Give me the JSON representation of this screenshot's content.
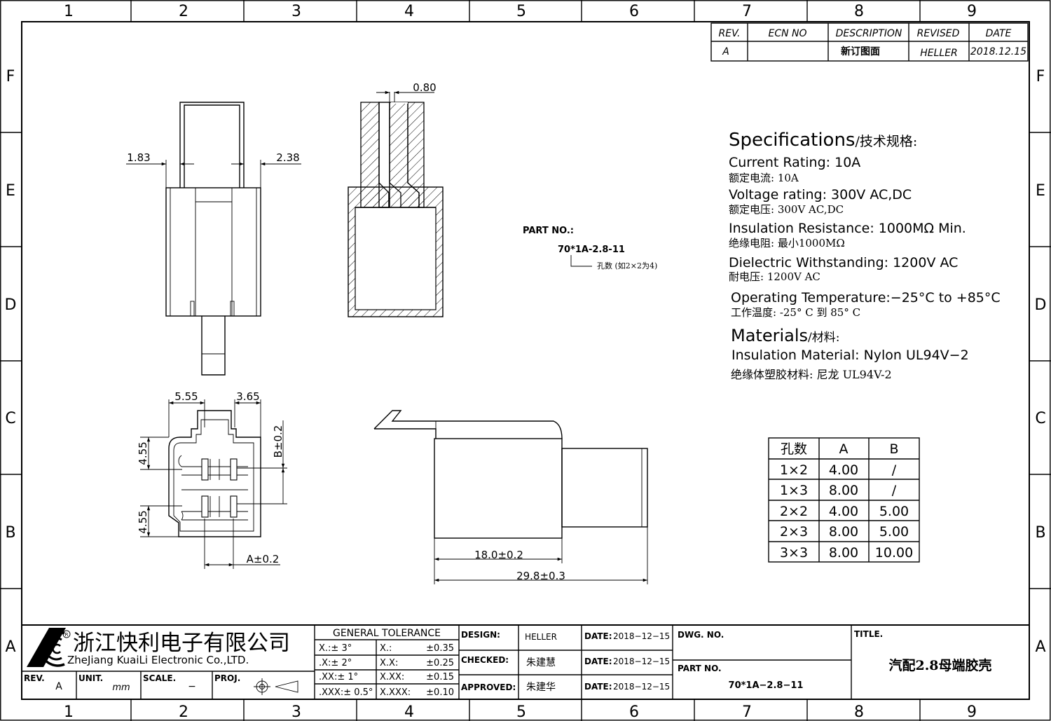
{
  "grid": {
    "cols": [
      "1",
      "2",
      "3",
      "4",
      "5",
      "6",
      "7",
      "8",
      "9"
    ],
    "rows": [
      "F",
      "E",
      "D",
      "C",
      "B",
      "A"
    ]
  },
  "revision": {
    "headers": [
      "REV.",
      "ECN NO",
      "DESCRIPTION",
      "REVISED",
      "DATE"
    ],
    "row": [
      "A",
      "",
      "新订图面",
      "HELLER",
      "2018.12.15"
    ]
  },
  "dims": {
    "d183": "1.83",
    "d238": "2.38",
    "d080": "0.80",
    "d555": "5.55",
    "d365": "3.65",
    "d455a": "4.55",
    "d455b": "4.55",
    "bpm": "B±0.2",
    "apm": "A±0.2",
    "d18": "18.0±0.2",
    "d298": "29.8±0.3"
  },
  "part_label": {
    "title": "PART NO.:",
    "number": "70*1A-2.8-11",
    "note": "孔数 (如2×2为4)"
  },
  "specs": {
    "title_en": "Specifications",
    "title_cn": "/技术规格:",
    "current_en": "Current  Rating:  10A",
    "current_cn": "额定电流: 10A",
    "voltage_en": "Voltage  rating:  300V  AC,DC",
    "voltage_cn": "额定电压: 300V AC,DC",
    "insul_en": "Insulation  Resistance:  1000MΩ  Min.",
    "insul_cn": "绝缘电阻: 最小1000MΩ",
    "diel_en": "Dielectric  Withstanding:  1200V  AC",
    "diel_cn": "耐电压: 1200V AC",
    "temp_en": "Operating  Temperature:−25°C  to  +85°C",
    "temp_cn": "工作温度: -25° C 到 85° C",
    "mat_title_en": "Materials",
    "mat_title_cn": "/材料:",
    "mat_en": "Insulation  Material:  Nylon  UL94V−2",
    "mat_cn": "绝缘体塑胶材料: 尼龙 UL94V-2"
  },
  "hole_table": {
    "headers": [
      "孔数",
      "A",
      "B"
    ],
    "rows": [
      [
        "1×2",
        "4.00",
        "/"
      ],
      [
        "1×3",
        "8.00",
        "/"
      ],
      [
        "2×2",
        "4.00",
        "5.00"
      ],
      [
        "2×3",
        "8.00",
        "5.00"
      ],
      [
        "3×3",
        "8.00",
        "10.00"
      ]
    ]
  },
  "title_block": {
    "company_cn": "浙江快利电子有限公司",
    "company_en": "ZheJiang  KuaiLi  Electronic  Co.,LTD.",
    "rev_label": "REV.",
    "rev_value": "A",
    "unit_label": "UNIT.",
    "unit_value": "mm",
    "scale_label": "SCALE.",
    "scale_value": "−",
    "proj_label": "PROJ.",
    "tolerance_title": "GENERAL  TOLERANCE",
    "tol_angle": [
      "X.:± 3°",
      ".X:± 2°",
      ".XX:± 1°",
      ".XXX:± 0.5°"
    ],
    "tol_lin_label": [
      "X.:",
      "X.X:",
      "X.XX:",
      "X.XXX:"
    ],
    "tol_lin_value": [
      "±0.35",
      "±0.25",
      "±0.15",
      "±0.10"
    ],
    "design_label": "DESIGN:",
    "design_value": "HELLER",
    "checked_label": "CHECKED:",
    "checked_value": "朱建慧",
    "approved_label": "APPROVED:",
    "approved_value": "朱建华",
    "date_label": "DATE:",
    "date_values": [
      "2018−12−15",
      "2018−12−15",
      "2018−12−15"
    ],
    "dwg_label": "DWG.  NO.",
    "partno_label": "PART  NO.",
    "partno_value": "70*1A−2.8−11",
    "title_label": "TITLE.",
    "title_value": "汽配2.8母端胶壳"
  }
}
